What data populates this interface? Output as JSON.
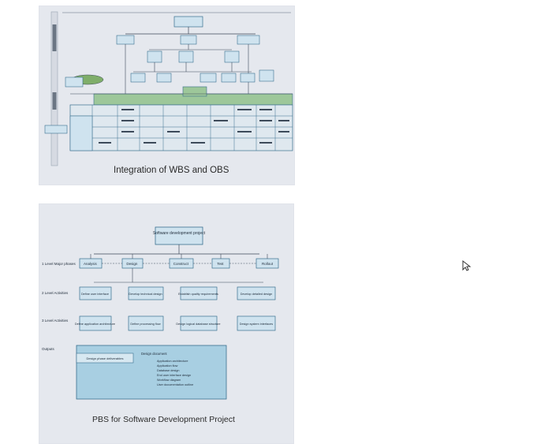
{
  "panel1": {
    "caption": "Integration of WBS and OBS"
  },
  "panel2": {
    "caption": "PBS for Software Development Project",
    "root": "Software development project",
    "row_labels": {
      "level1": "1 Level Major phases",
      "level2": "2 Level Activities",
      "level3": "3 Level Activities",
      "outputs": "Outputs"
    },
    "phases": [
      "Analysis",
      "Design",
      "Construct",
      "Test",
      "Rollout"
    ],
    "level2": [
      "Define user interface",
      "Develop technical design",
      "Establish quality requirements",
      "Develop detailed design"
    ],
    "level3": [
      "Define application architecture",
      "Define processing flow",
      "Design logical database structure",
      "Design system interfaces"
    ],
    "outputs_label": "Design phase deliverables",
    "outputs_heading": "Design document",
    "outputs_items": [
      "Application architecture",
      "Application flow",
      "Database design",
      "End user interface design",
      "Workflow diagram",
      "User documentation outline"
    ]
  },
  "colors": {
    "card_bg": "#e5e8ee",
    "box_fill": "#cfe3ef",
    "box_stroke": "#3a6f8f",
    "panel_fill": "#a8cfe2",
    "line": "#3d4a5a"
  }
}
